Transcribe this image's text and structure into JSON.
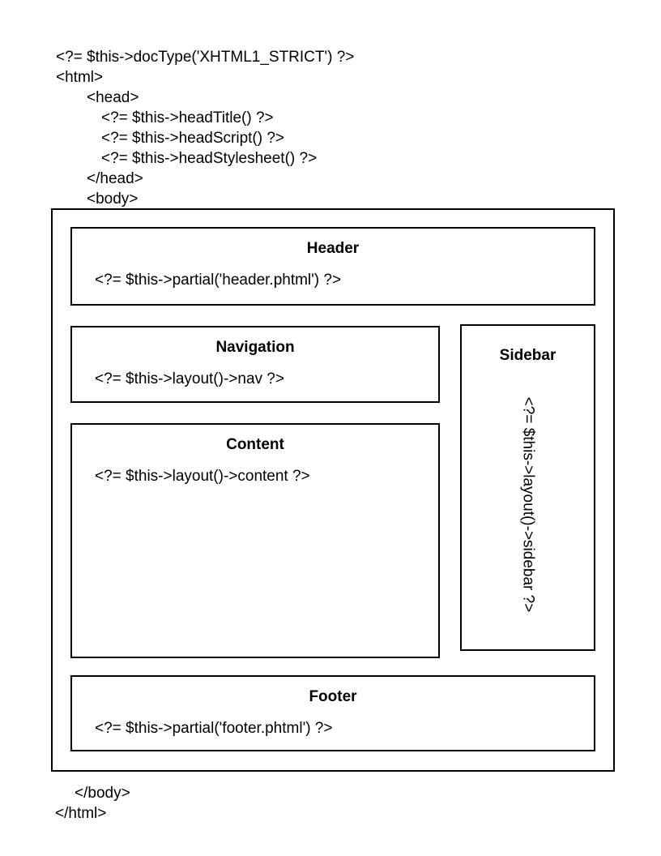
{
  "code_top": {
    "lines": [
      {
        "text": "<?= $this->docType('XHTML1_STRICT') ?>"
      },
      {
        "text": "<html>"
      },
      {
        "text": "<head>"
      },
      {
        "text": "<?= $this->headTitle() ?>"
      },
      {
        "text": "<?= $this->headScript() ?>"
      },
      {
        "text": "<?= $this->headStylesheet() ?>"
      },
      {
        "text": "</head>"
      },
      {
        "text": "<body>"
      }
    ]
  },
  "code_bottom": {
    "lines": [
      {
        "text": "</body>"
      },
      {
        "text": "</html>"
      }
    ]
  },
  "boxes": {
    "header": {
      "title": "Header",
      "code": "<?= $this->partial('header.phtml') ?>"
    },
    "navigation": {
      "title": "Navigation",
      "code": "<?= $this->layout()->nav ?>"
    },
    "sidebar": {
      "title": "Sidebar",
      "code": "<?= $this->layout()->sidebar ?>"
    },
    "content": {
      "title": "Content",
      "code": "<?= $this->layout()->content ?>"
    },
    "footer": {
      "title": "Footer",
      "code": "<?= $this->partial('footer.phtml') ?>"
    }
  },
  "colors": {
    "ink": "#000000",
    "background": "#ffffff"
  }
}
